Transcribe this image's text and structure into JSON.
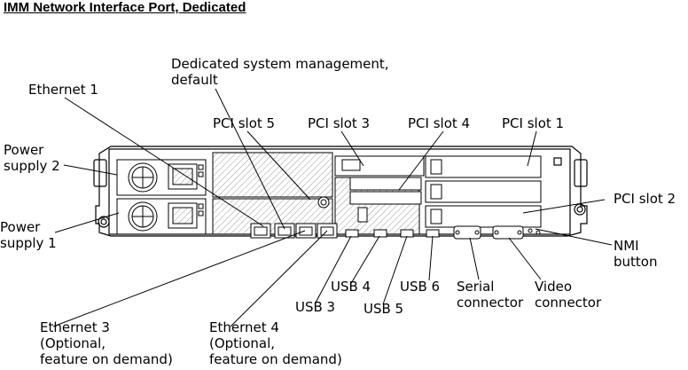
{
  "title": "IMM Network Interface Port, Dedicated",
  "labels": {
    "dedicated_mgmt_line1": "Dedicated system management,",
    "dedicated_mgmt_line2": "default",
    "ethernet1": "Ethernet  1",
    "power_supply_2_line1": "Power",
    "power_supply_2_line2": "supply 2",
    "power_supply_1_line1": "Power",
    "power_supply_1_line2": "supply 1",
    "pci_slot_5": "PCI  slot  5",
    "pci_slot_3": "PCI  slot  3",
    "pci_slot_4": "PCI  slot  4",
    "pci_slot_1": "PCI  slot  1",
    "pci_slot_2": "PCI  slot  2",
    "nmi_line1": "NMI",
    "nmi_line2": "button",
    "usb4": "USB  4",
    "usb6": "USB  6",
    "usb3": "USB  3",
    "usb5": "USB  5",
    "serial_line1": "Serial",
    "serial_line2": "connector",
    "video_line1": "Video",
    "video_line2": "connector",
    "ethernet3_line1": "Ethernet  3",
    "ethernet3_line2": "(Optional,",
    "ethernet3_line3": "feature on demand)",
    "ethernet4_line1": "Ethernet  4",
    "ethernet4_line2": "(Optional,",
    "ethernet4_line3": "feature on demand)"
  },
  "colors": {
    "line": "#000000",
    "hatch": "#9a9a9a",
    "chassis_fill": "#ffffff"
  }
}
